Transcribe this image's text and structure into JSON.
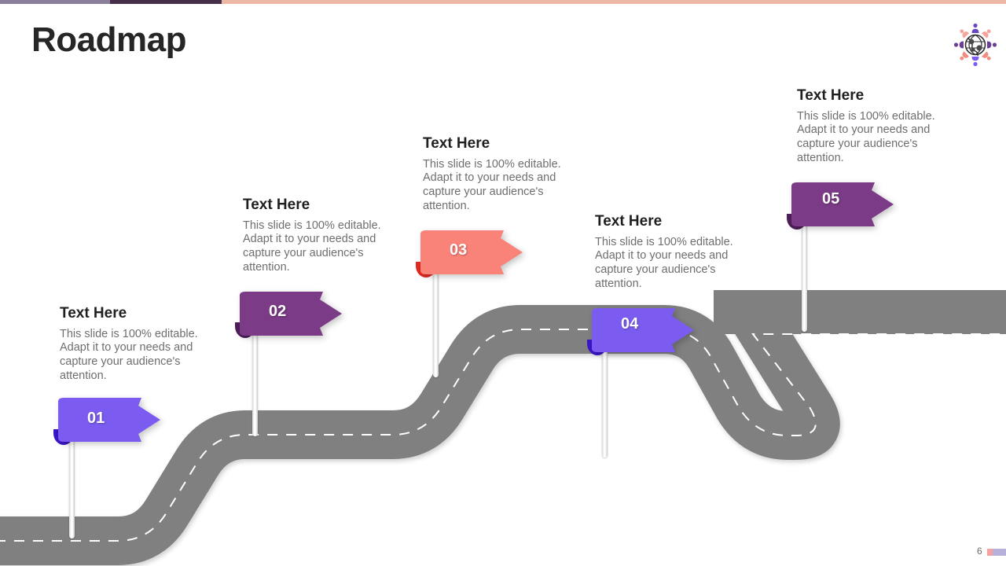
{
  "slide": {
    "title": "Roadmap",
    "page_number": "6",
    "background": "#ffffff"
  },
  "topbar": {
    "segments": [
      {
        "name": "segment-gray-purple",
        "color": "#8a7f9b"
      },
      {
        "name": "segment-dark-purple",
        "color": "#463049"
      },
      {
        "name": "segment-peach",
        "color": "#edb7a6"
      }
    ]
  },
  "logo": {
    "name": "globe-people-logo",
    "globe_color": "#3a3a3a",
    "accent_purple": "#6b3f93",
    "accent_salmon": "#f08d80"
  },
  "page_chip": {
    "colors": [
      "#f4a2a0",
      "#b7b0da"
    ]
  },
  "road": {
    "color": "#808080",
    "lane_dash_color": "#ffffff"
  },
  "milestones": [
    {
      "id": "01",
      "number": "01",
      "heading": "Text Here",
      "body": "This slide is 100% editable. Adapt it to your needs and capture your audience's attention.",
      "flag_color": "#7c5cf0",
      "flag_color_dark": "#6b4ce0",
      "fold_color": "#3b16c8"
    },
    {
      "id": "02",
      "number": "02",
      "heading": "Text Here",
      "body": "This slide is 100% editable. Adapt it to your needs and capture your audience's attention.",
      "flag_color": "#7b3b86",
      "flag_color_dark": "#6a3173",
      "fold_color": "#4e1f59"
    },
    {
      "id": "03",
      "number": "03",
      "heading": "Text Here",
      "body": "This slide is 100% editable. Adapt it to your needs and capture your audience's attention.",
      "flag_color": "#fa8379",
      "flag_color_dark": "#ef6e66",
      "fold_color": "#e02b22"
    },
    {
      "id": "04",
      "number": "04",
      "heading": "Text Here",
      "body": "This slide is 100% editable. Adapt it to your needs and capture your audience's attention.",
      "flag_color": "#7c5cf0",
      "flag_color_dark": "#6b4ce0",
      "fold_color": "#3b16c8"
    },
    {
      "id": "05",
      "number": "05",
      "heading": "Text Here",
      "body": "This slide is 100% editable. Adapt it to your needs and capture your audience's attention.",
      "flag_color": "#7b3b86",
      "flag_color_dark": "#6a3173",
      "fold_color": "#4e1f59"
    }
  ]
}
